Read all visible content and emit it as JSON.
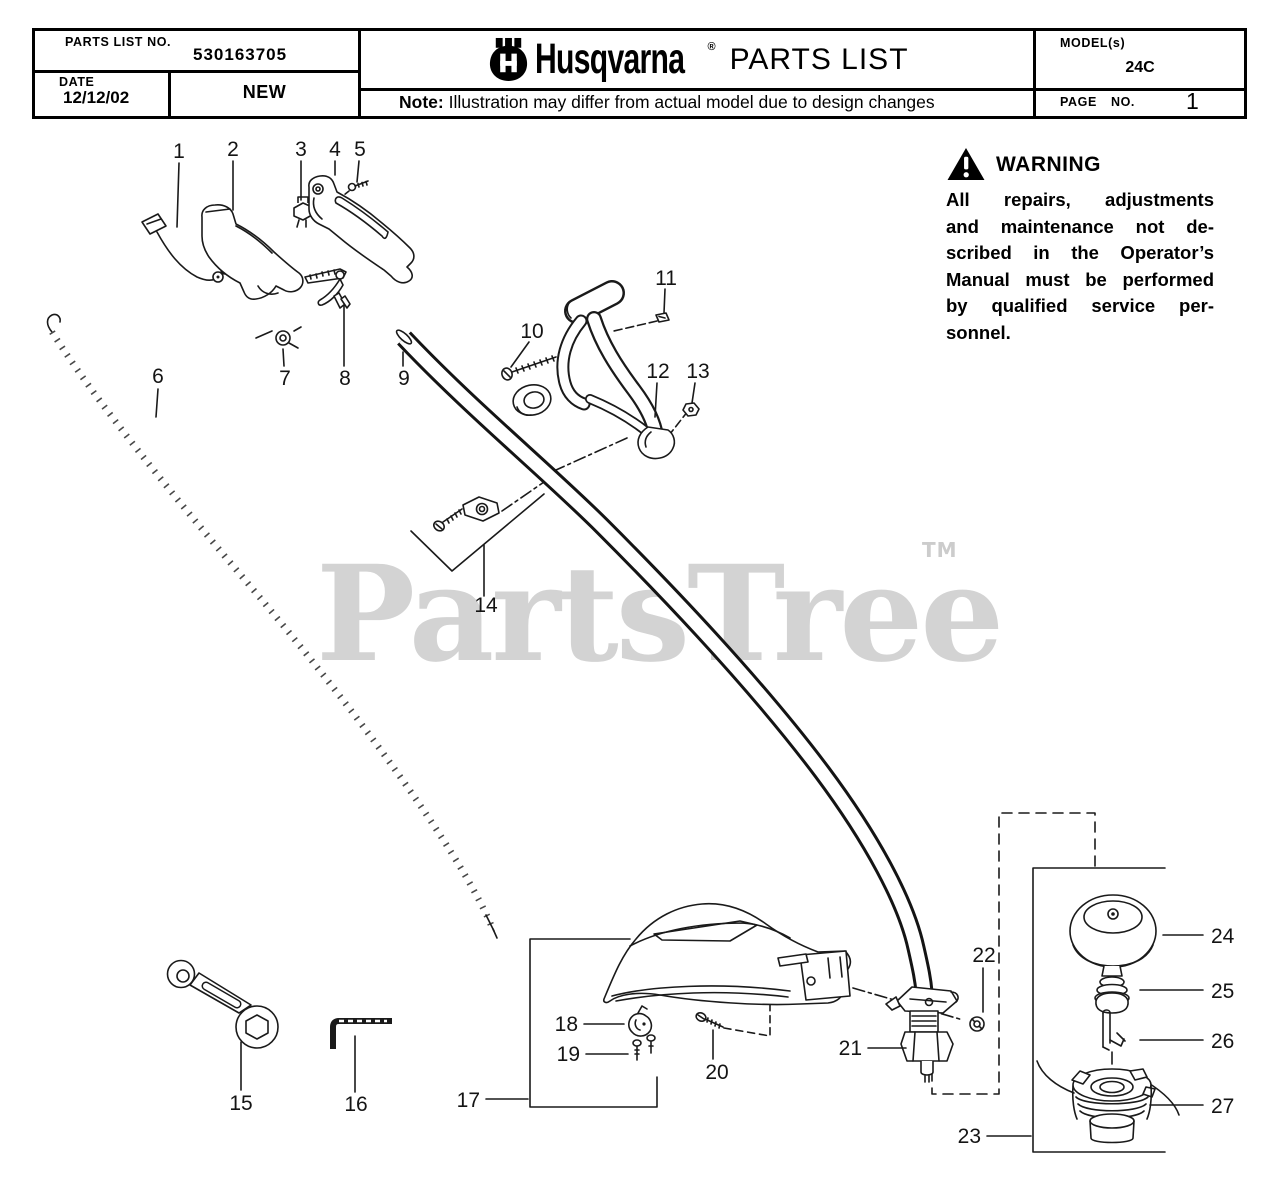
{
  "header": {
    "parts_list_no_label": "PARTS LIST NO.",
    "parts_list_no_value": "530163705",
    "date_label": "DATE",
    "date_value": "12/12/02",
    "revision": "NEW",
    "brand": "Husqvarna",
    "registered_symbol": "®",
    "doc_title": "PARTS LIST",
    "note_label": "Note:",
    "note_text": " Illustration may differ from actual model due to design changes",
    "models_label": "MODEL(s)",
    "model_value": "24C",
    "page_label": "PAGE NO.",
    "page_value": "1"
  },
  "warning": {
    "title": "WARNING",
    "lines": [
      "All repairs, adjustments",
      "and maintenance not de-",
      "scribed in the Operator’s",
      "Manual must be performed",
      "by qualified service per-",
      "sonnel."
    ]
  },
  "watermark": {
    "text": "PartsTree",
    "tm": "TM",
    "color": "#d3d3d3"
  },
  "diagram": {
    "callouts": [
      "1",
      "2",
      "3",
      "4",
      "5",
      "6",
      "7",
      "8",
      "9",
      "10",
      "11",
      "12",
      "13",
      "14",
      "15",
      "16",
      "17",
      "18",
      "19",
      "20",
      "21",
      "22",
      "23",
      "24",
      "25",
      "26",
      "27"
    ]
  }
}
